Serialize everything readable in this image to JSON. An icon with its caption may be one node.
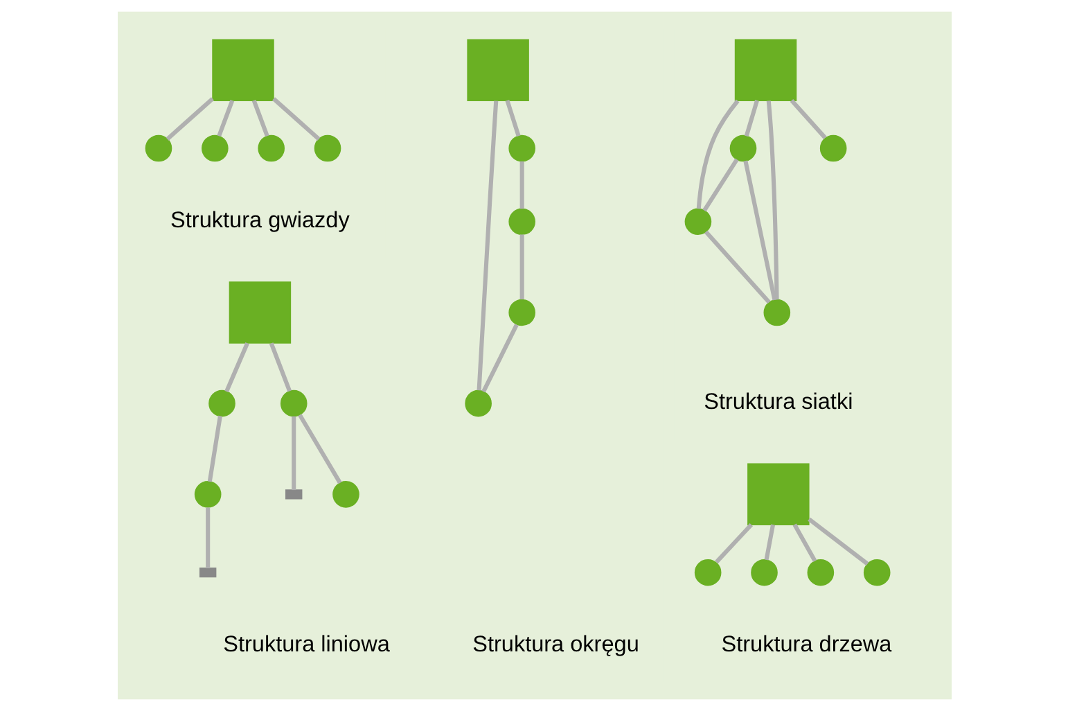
{
  "diagram": {
    "nodes": [
      {
        "text": [],
        "shape": "box"
      },
      {
        "text": [],
        "shape": "circle"
      },
      {
        "text": [],
        "shape": "circle"
      },
      {
        "text": [],
        "shape": "circle"
      },
      {
        "text": [],
        "shape": "circle"
      },
      {
        "text": [],
        "shape": "box"
      },
      {
        "text": [],
        "shape": "circle"
      },
      {
        "text": [],
        "shape": "circle"
      },
      {
        "text": [],
        "shape": "circle"
      },
      {
        "text": [],
        "shape": "circle"
      },
      {
        "text": [],
        "shape": "box"
      },
      {
        "text": [],
        "shape": "circle"
      },
      {
        "text": [],
        "shape": "circle"
      },
      {
        "text": [],
        "shape": "circle"
      },
      {
        "text": [],
        "shape": "circle"
      },
      {
        "text": [],
        "shape": "box"
      },
      {
        "text": [],
        "shape": "circle"
      },
      {
        "text": [],
        "shape": "circle"
      },
      {
        "text": [],
        "shape": "bar"
      },
      {
        "text": [],
        "shape": "circle"
      },
      {
        "text": [],
        "shape": "bar"
      },
      {
        "text": [],
        "shape": "circle"
      },
      {
        "text": [],
        "shape": "box"
      },
      {
        "text": [],
        "shape": "circle"
      },
      {
        "text": [],
        "shape": "circle"
      },
      {
        "text": [],
        "shape": "circle"
      },
      {
        "text": [],
        "shape": "circle"
      }
    ],
    "edges": [
      {
        "from": 0,
        "to": 1,
        "arrow": "none"
      },
      {
        "from": 0,
        "to": 2,
        "arrow": "none"
      },
      {
        "from": 0,
        "to": 3,
        "arrow": "none"
      },
      {
        "from": 0,
        "to": 4,
        "arrow": "none"
      },
      {
        "from": 5,
        "to": 6,
        "arrow": "none"
      },
      {
        "from": 6,
        "to": 7,
        "arrow": "none"
      },
      {
        "from": 7,
        "to": 8,
        "arrow": "none"
      },
      {
        "from": 8,
        "to": 9,
        "arrow": "none"
      },
      {
        "from": 9,
        "to": 5,
        "arrow": "none"
      },
      {
        "from": 10,
        "to": 11,
        "arrow": "none"
      },
      {
        "from": 10,
        "to": 12,
        "arrow": "none"
      },
      {
        "from": 10,
        "to": 13,
        "arrow": "none"
      },
      {
        "from": 10,
        "to": 14,
        "arrow": "none"
      },
      {
        "from": 11,
        "to": 12,
        "arrow": "none"
      },
      {
        "from": 11,
        "to": 13,
        "arrow": "none"
      },
      {
        "from": 12,
        "to": 13,
        "arrow": "none"
      },
      {
        "from": 15,
        "to": 16,
        "arrow": "none"
      },
      {
        "from": 16,
        "to": 19,
        "arrow": "none"
      },
      {
        "from": 19,
        "to": 20,
        "arrow": "none"
      },
      {
        "from": 15,
        "to": 17,
        "arrow": "none"
      },
      {
        "from": 17,
        "to": 18,
        "arrow": "none"
      },
      {
        "from": 17,
        "to": 21,
        "arrow": "none"
      },
      {
        "from": 22,
        "to": 23,
        "arrow": "none"
      },
      {
        "from": 22,
        "to": 24,
        "arrow": "none"
      },
      {
        "from": 22,
        "to": 25,
        "arrow": "none"
      },
      {
        "from": 22,
        "to": 26,
        "arrow": "none"
      }
    ],
    "labels": [
      "Struktura gwiazdy",
      "Struktura okręgu",
      "Struktura siatki",
      "Struktura liniowa",
      "Struktura drzewa"
    ]
  }
}
